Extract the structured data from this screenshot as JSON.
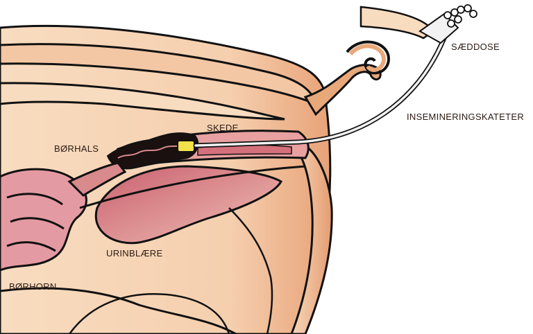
{
  "labels": {
    "saeddose": "SÆDDOSE",
    "kateter": "INSEMINERINGSKATETER",
    "skede": "SKEDE",
    "borhals": "BØRHALS",
    "urinblaere": "URINBLÆRE",
    "borhorn": "BØRHORN"
  },
  "colors": {
    "skin": "#f6d6b8",
    "skin_dark": "#e9a87a",
    "tissue_pink": "#d98a8c",
    "tissue_deep": "#b85464",
    "outline": "#111111",
    "sperm_dose": "#f2e14a",
    "catheter": "#f2f2f2"
  }
}
